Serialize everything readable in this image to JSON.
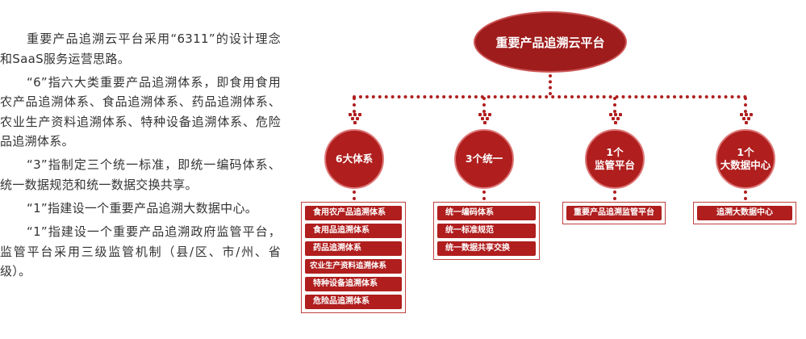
{
  "text": {
    "p1": "重要产品追溯云平台采用“6311”的设计理念和SaaS服务运营思路。",
    "p2": "“6”指六大类重要产品追溯体系，即食用食用农产品追溯体系、食品追溯体系、药品追溯体系、农业生产资料追溯体系、特种设备追溯体系、危险品追溯体系。",
    "p3": "“3”指制定三个统一标准，即统一编码体系、统一数据规范和统一数据交换共享。",
    "p4": "“1”指建设一个重要产品追溯大数据中心。",
    "p5": "“1”指建设一个重要产品追溯政府监管平台，监管平台采用三级监管机制（县/区、市/州、省级）。"
  },
  "diagram": {
    "root": "重要产品追溯云平台",
    "branches": [
      {
        "label": "6大体系",
        "items": [
          "食用农产品追溯体系",
          "食用品追溯体系",
          "药品追溯体系",
          "农业生产资料追溯体系",
          "特种设备追溯体系",
          "危险品追溯体系"
        ]
      },
      {
        "label": "3个统一",
        "items": [
          "统一编码体系",
          "统一标准规范",
          "统一数据共享交换"
        ]
      },
      {
        "label_line1": "1个",
        "label_line2": "监管平台",
        "items": [
          "重要产品追溯监管平台"
        ]
      },
      {
        "label_line1": "1个",
        "label_line2": "大数据中心",
        "items": [
          "追溯大数据中心"
        ]
      }
    ]
  },
  "colors": {
    "primary": "#b01e1e",
    "root": "#9e1c1c",
    "border": "#c04040"
  }
}
